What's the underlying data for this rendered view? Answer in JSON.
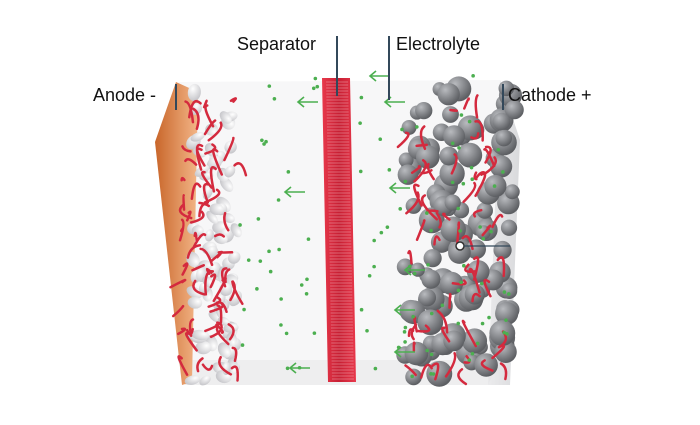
{
  "labels": {
    "separator": "Separator",
    "electrolyte": "Electrolyte",
    "anode": "Anode -",
    "cathode": "Cathode +"
  },
  "colors": {
    "anode_plate": "#e08a4a",
    "separator": "#d8283c",
    "binder": "#d42a3e",
    "cathode_particle": "#7a7c80",
    "anode_particle": "#f2f2f2",
    "ion": "#4caf50"
  }
}
